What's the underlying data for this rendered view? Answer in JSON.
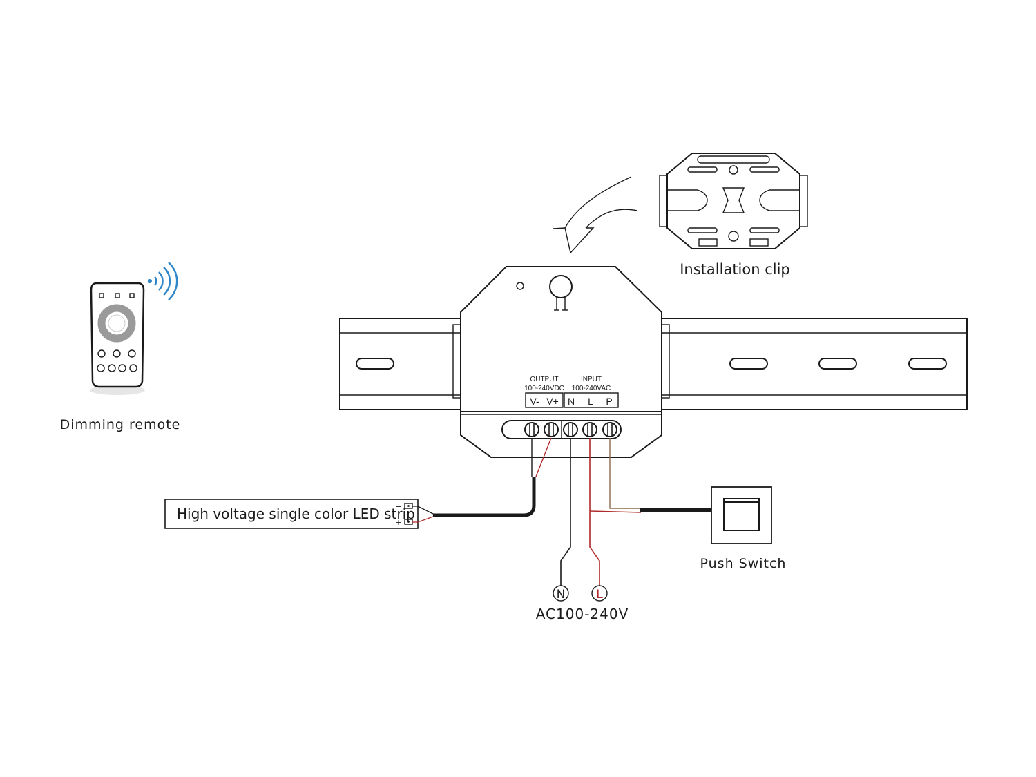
{
  "labels": {
    "remote": "Dimming remote",
    "clip": "Installation clip",
    "strip": "High voltage single color LED strip",
    "switch": "Push Switch",
    "ac": "AC100-240V"
  },
  "controller": {
    "output_title": "OUTPUT",
    "output_range": "100-240VDC",
    "input_title": "INPUT",
    "input_range": "100-240VAC",
    "terminals": [
      "V-",
      "V+",
      "N",
      "L",
      "P"
    ]
  },
  "strip_polarity": {
    "minus": "−",
    "plus": "+"
  },
  "mains": {
    "neutral": "N",
    "live": "L"
  },
  "colors": {
    "line": "#1a1a1a",
    "red_wire": "#b02a2a",
    "brown_wire": "#8a6a4a",
    "signal": "#2f86c9"
  },
  "icons": [
    "remote-control-icon",
    "wireless-signal-icon",
    "installation-clip-icon",
    "push-switch-icon",
    "din-rail-icon"
  ]
}
